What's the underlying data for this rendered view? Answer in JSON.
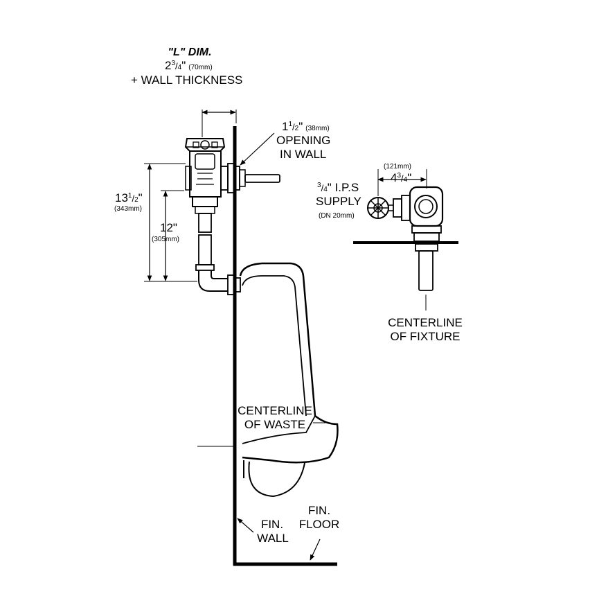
{
  "l_dim": {
    "title": "\"L\" DIM.",
    "value_whole": "2",
    "value_fraction_num": "3",
    "value_fraction_den": "4",
    "value_inch_mark": "\"",
    "value_mm": "(70mm)",
    "wall_thickness": "+ WALL THICKNESS"
  },
  "opening": {
    "whole": "1",
    "frac_num": "1",
    "frac_den": "2",
    "inch_mark": "\"",
    "mm": "(38mm)",
    "line1": "OPENING",
    "line2": "IN WALL"
  },
  "height_total": {
    "whole": "13",
    "frac_num": "1",
    "frac_den": "2",
    "inch_mark": "\"",
    "mm": "(343mm)"
  },
  "height_12": {
    "value": "12\"",
    "mm": "(305mm)"
  },
  "offset": {
    "mm": "(121mm)",
    "whole": "4",
    "frac_num": "3",
    "frac_den": "4",
    "inch_mark": "\""
  },
  "supply": {
    "frac_num": "3",
    "frac_den": "4",
    "line1_rest": "\" I.P.S",
    "line2": "SUPPLY",
    "line3": "(DN 20mm)"
  },
  "centerline_fixture": {
    "line1": "CENTERLINE",
    "line2": "OF FIXTURE"
  },
  "centerline_waste": {
    "line1": "CENTERLINE",
    "line2": "OF WASTE"
  },
  "fin_wall": {
    "line1": "FIN.",
    "line2": "WALL"
  },
  "fin_floor": {
    "line1": "FIN.",
    "line2": "FLOOR"
  }
}
